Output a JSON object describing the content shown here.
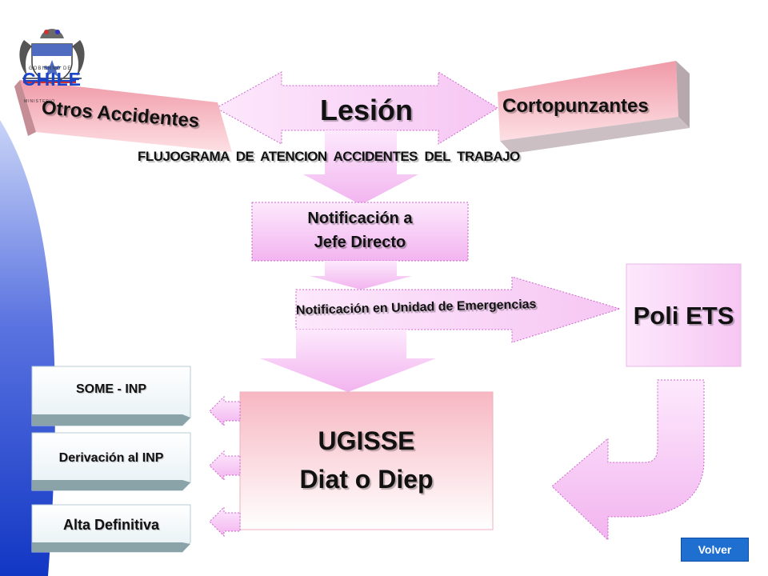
{
  "title": "FLUJOGRAMA  DE  ATENCION  ACCIDENTES  DEL  TRABAJO",
  "logo": {
    "top_text": "GOBIERNO DE",
    "main_text": "CHILE",
    "sub_text": "MINISTERIO"
  },
  "left_banner": "Otros  Accidentes",
  "right_banner": "Cortopunzantes",
  "center_arrow": "Lesión",
  "notif_box": {
    "line1": "Notificación a",
    "line2": "Jefe Directo"
  },
  "emergency_arrow": "Notificación en Unidad de Emergencias",
  "poli_box": "Poli ETS",
  "ugisse_box": {
    "line1": "UGISSE",
    "line2": "Diat o Diep"
  },
  "side_buttons": [
    "SOME - INP",
    "Derivación al INP",
    "Alta Definitiva"
  ],
  "volver": "Volver",
  "colors": {
    "pink": "#f8c8f6",
    "pink_light": "#fde9fc",
    "salmon": "#f7b0b4",
    "accent": "#1f6fd1",
    "side_blue": "#1f3fc9"
  }
}
